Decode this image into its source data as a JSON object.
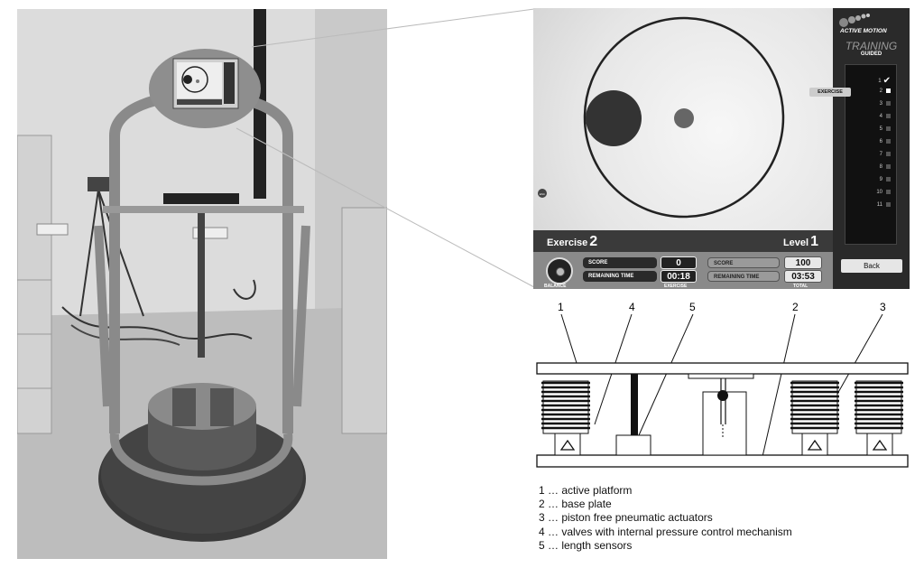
{
  "screen": {
    "logo": "ACTIVE MOTION",
    "mode_title": "TRAINING",
    "mode_subtitle": "GUIDED",
    "exercise_label": "Exercise",
    "exercise_number": "2",
    "level_label": "Level",
    "level_number": "1",
    "balance_label": "BALANCE",
    "score_label": "SCORE",
    "remaining_time_label": "REMAINING TIME",
    "exercise_score": "0",
    "exercise_time": "00:18",
    "exercise_column_label": "EXERCISE",
    "total_score": "100",
    "total_time": "03:53",
    "total_column_label": "TOTAL",
    "current_exercise_tag": "EXERCISE",
    "exercise_list": [
      "1",
      "2",
      "3",
      "4",
      "5",
      "6",
      "7",
      "8",
      "9",
      "10",
      "11"
    ],
    "back_button": "Back",
    "small_icon": "ESC"
  },
  "schematic": {
    "callouts": [
      "1",
      "4",
      "5",
      "2",
      "3"
    ]
  },
  "legend": [
    "1 … active platform",
    "2 … base plate",
    "3 … piston free pneumatic actuators",
    "4 … valves with internal pressure control mechanism",
    "5 … length sensors"
  ],
  "colors": {
    "screen_dark": "#2a2a2a",
    "target_circle": "#333333",
    "cursor_dot": "#666666"
  }
}
